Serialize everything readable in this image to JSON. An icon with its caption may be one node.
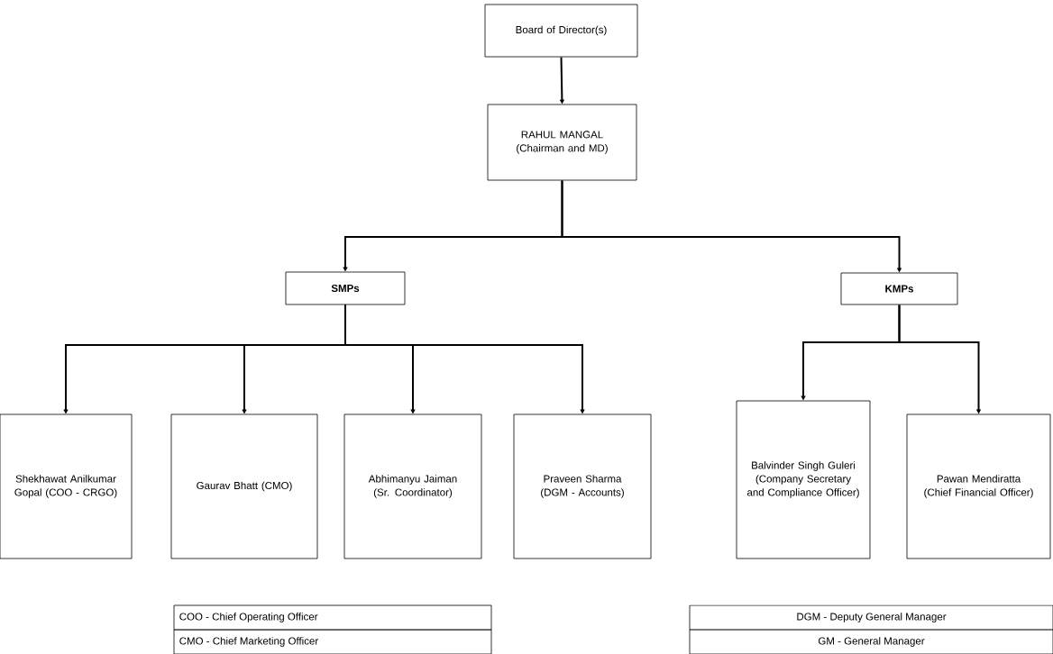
{
  "diagram": {
    "nodes": [
      {
        "text": [
          "Board of Director(s)"
        ]
      },
      {
        "text": [
          "RAHUL MANGAL (Chairman and MD)"
        ]
      },
      {
        "text": [
          "SMPs"
        ]
      },
      {
        "text": [
          "KMPs"
        ]
      },
      {
        "text": [
          "Shekhawat Anilkumar Gopal (COO - CRGO)"
        ]
      },
      {
        "text": [
          "Gaurav Bhatt (CMO)"
        ]
      },
      {
        "text": [
          "Abhimanyu Jaiman (Sr. Coordinator)"
        ]
      },
      {
        "text": [
          "Praveen Sharma (DGM - Accounts)"
        ]
      },
      {
        "text": [
          "Balvinder Singh Guleri (Company Secretary and Compliance Officer)"
        ]
      },
      {
        "text": [
          "Pawan Mendiratta (Chief Financial Officer)"
        ]
      }
    ],
    "edges": [
      {
        "from": 0,
        "to": 1,
        "arrow": "to"
      },
      {
        "from": 1,
        "to": 2,
        "arrow": "to"
      },
      {
        "from": 1,
        "to": 3,
        "arrow": "to"
      },
      {
        "from": 2,
        "to": 4,
        "arrow": "to"
      },
      {
        "from": 2,
        "to": 5,
        "arrow": "to"
      },
      {
        "from": 2,
        "to": 6,
        "arrow": "to"
      },
      {
        "from": 2,
        "to": 7,
        "arrow": "to"
      },
      {
        "from": 3,
        "to": 8,
        "arrow": "to"
      },
      {
        "from": 3,
        "to": 9,
        "arrow": "to"
      }
    ],
    "labels": [
      "COO - Chief Operating Officer",
      "CMO - Chief Marketing Officer",
      "DGM - Deputy General Manager",
      "GM - General Manager"
    ]
  }
}
